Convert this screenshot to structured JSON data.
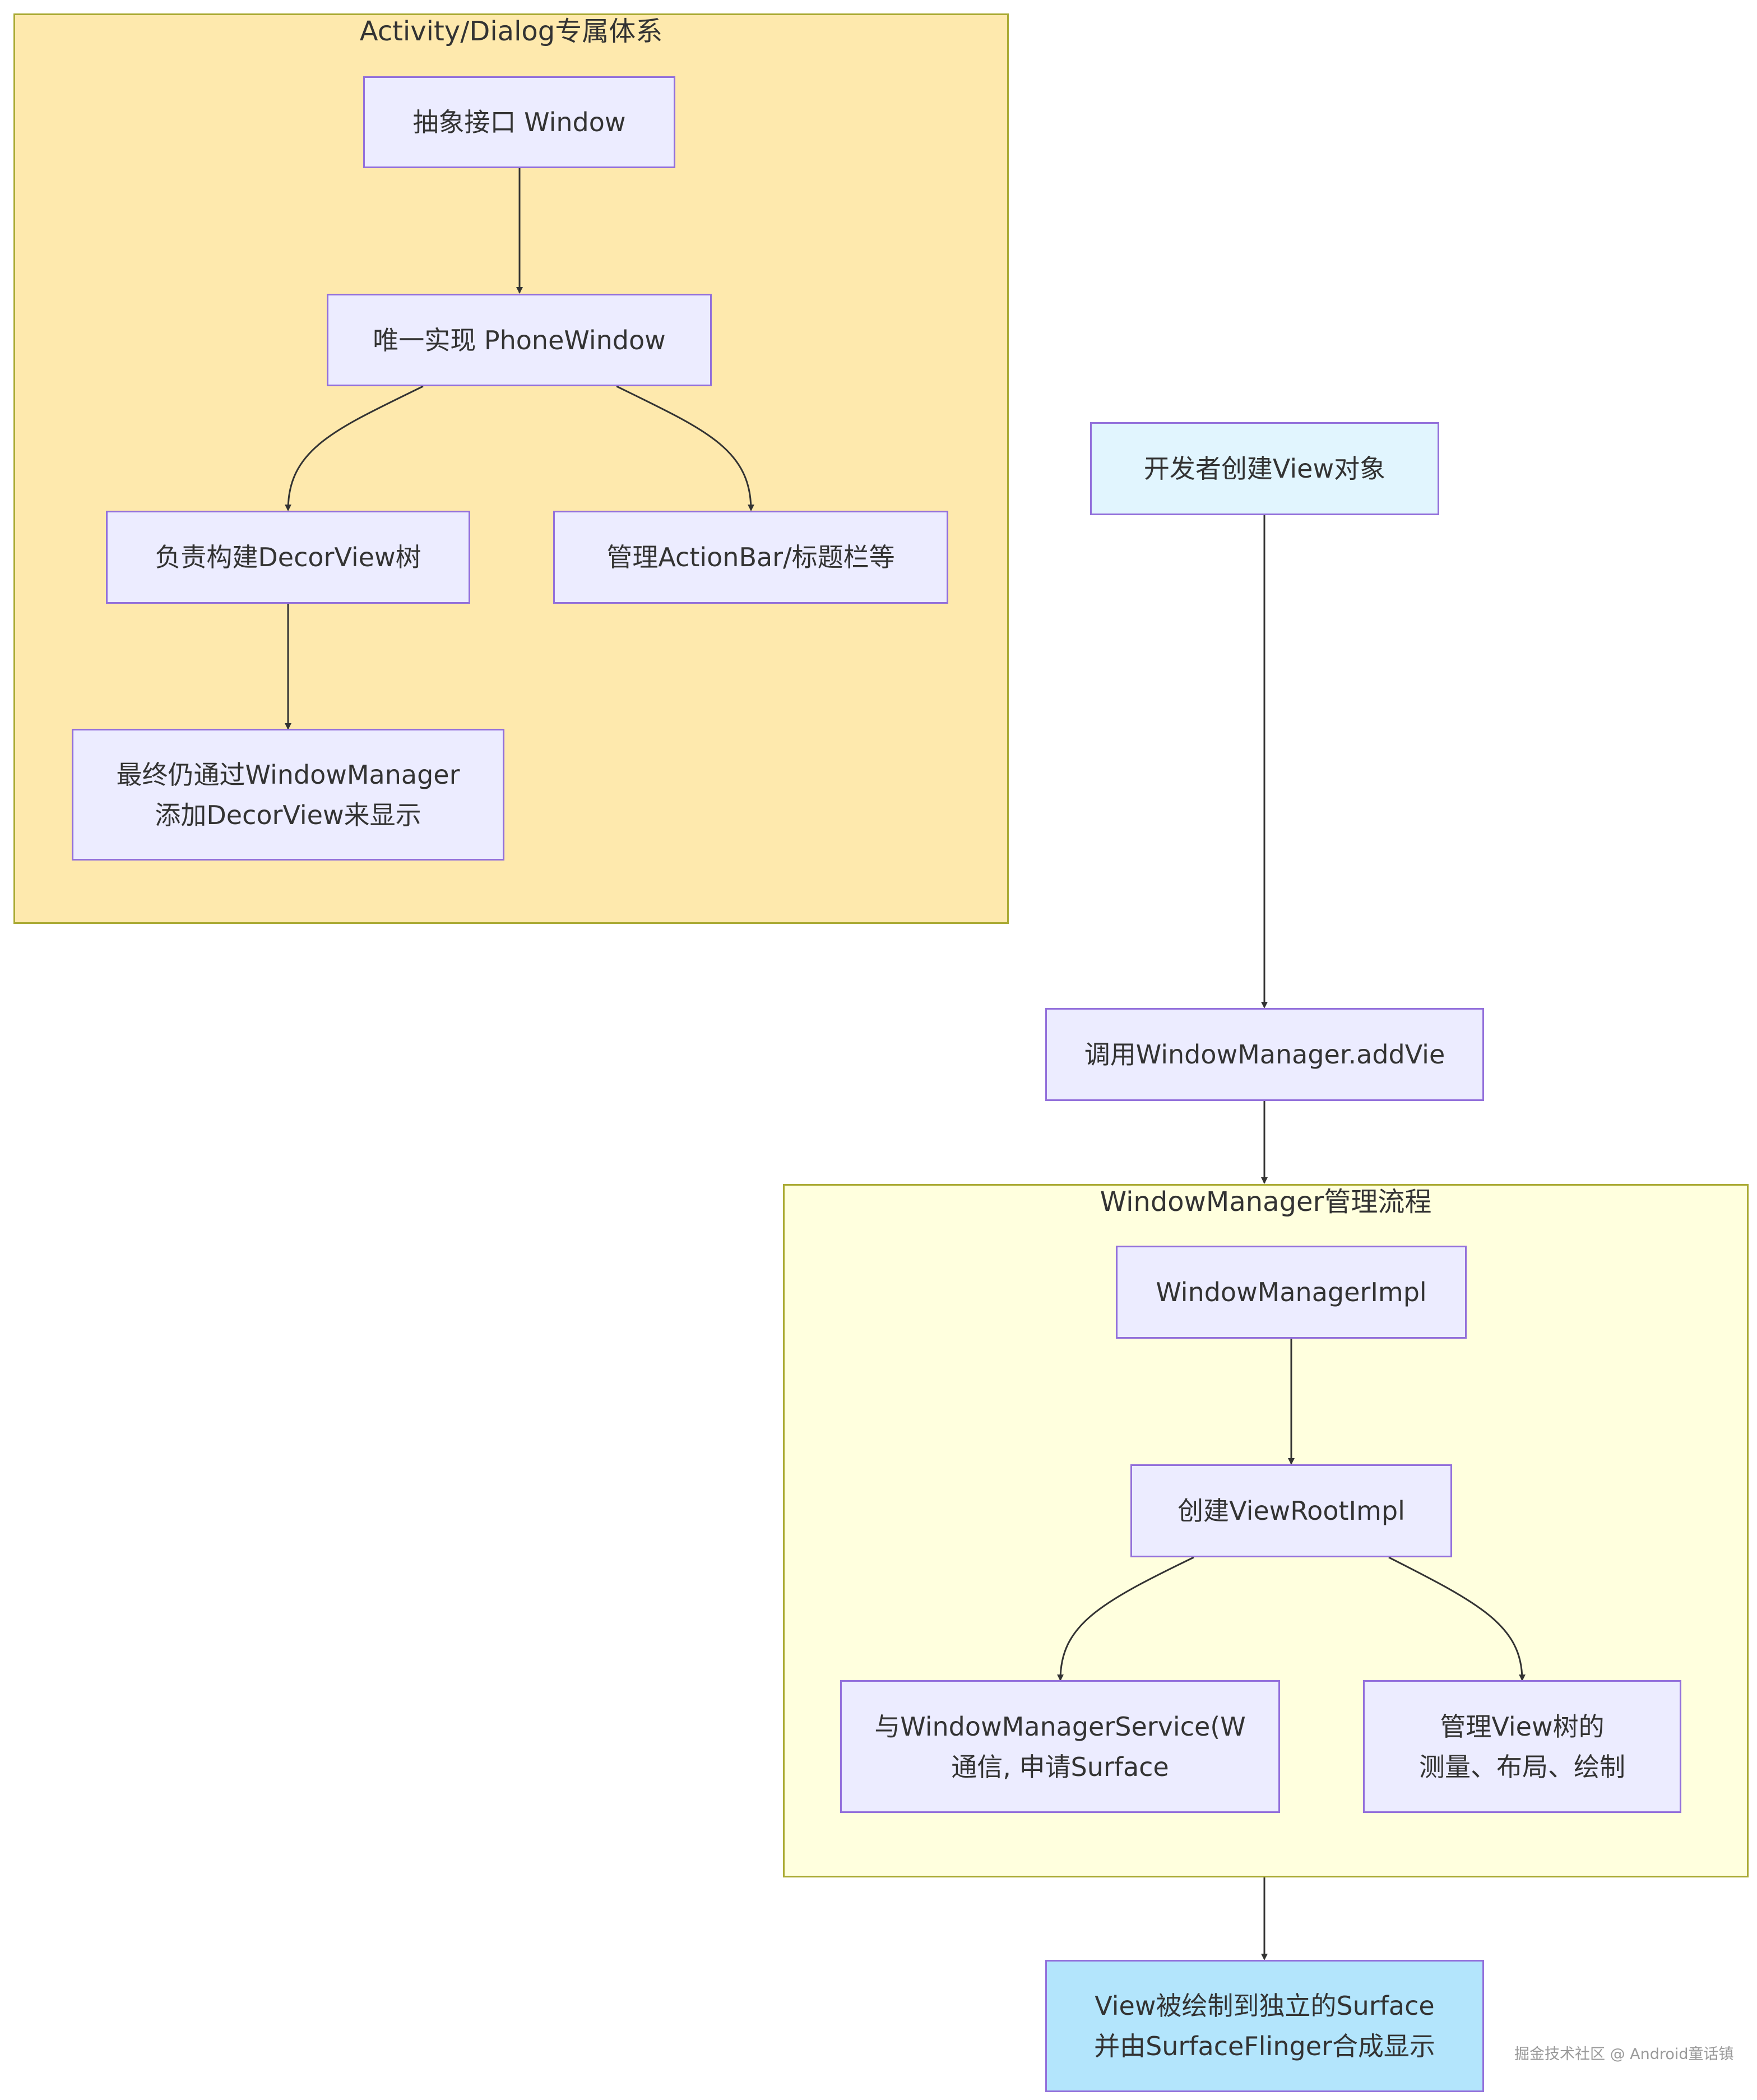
{
  "clusters": {
    "activity_title": "Activity/Dialog专属体系",
    "wm_title": "WindowManager管理流程"
  },
  "nodes": {
    "abstract_window": [
      "抽象接口 Window"
    ],
    "phone_window": [
      "唯一实现 PhoneWindow"
    ],
    "build_decor": [
      "负责构建DecorView树"
    ],
    "manage_actionbar": [
      "管理ActionBar/标题栏等"
    ],
    "add_decor": [
      "最终仍通过WindowManager",
      "添加DecorView来显示"
    ],
    "create_view": [
      "开发者创建View对象"
    ],
    "call_addview": [
      "调用WindowManager.addVie"
    ],
    "wm_impl": [
      "WindowManagerImpl"
    ],
    "create_viewroot": [
      "创建ViewRootImpl"
    ],
    "communicate_wms": [
      "与WindowManagerService(W",
      "通信, 申请Surface"
    ],
    "manage_viewtree": [
      "管理View树的",
      "测量、布局、绘制"
    ],
    "surface_draw": [
      "View被绘制到独立的Surface",
      "并由SurfaceFlinger合成显示"
    ]
  },
  "colors": {
    "node_fill": "#ececff",
    "node_border": "#9370db",
    "cluster_activity_fill": "#fee9ad",
    "cluster_wm_fill": "#ffffde",
    "cluster_border": "#aaaa33",
    "create_view_fill": "#e1f5fe",
    "surface_fill": "#b3e5fc",
    "edge": "#333333"
  },
  "watermark": "掘金技术社区 @ Android童话镇"
}
